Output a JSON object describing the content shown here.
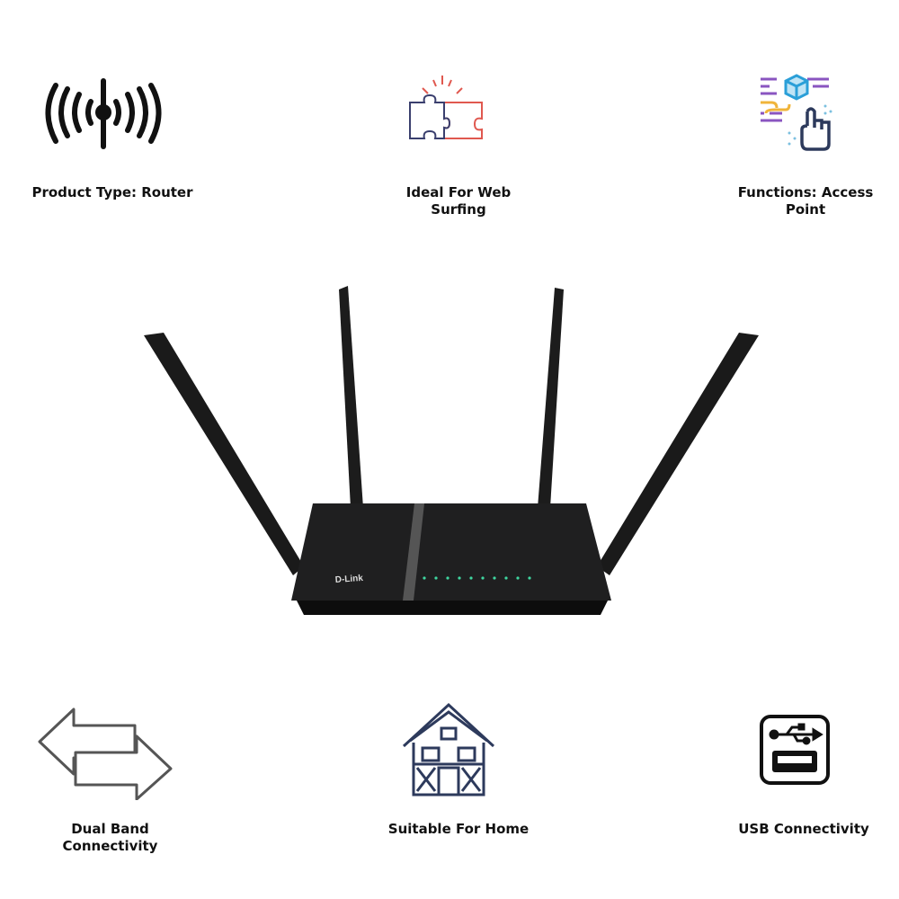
{
  "features_top": [
    {
      "label": "Product Type: Router",
      "icon": "wireless-signal-icon"
    },
    {
      "label": "Ideal For Web Surfing",
      "icon": "puzzle-icon"
    },
    {
      "label": "Functions: Access Point",
      "icon": "touch-cube-icon"
    }
  ],
  "features_bottom": [
    {
      "label": "Dual Band Connectivity",
      "icon": "bidirectional-arrows-icon"
    },
    {
      "label": "Suitable For Home",
      "icon": "house-icon"
    },
    {
      "label": "USB Connectivity",
      "icon": "usb-port-icon"
    }
  ],
  "product": {
    "brand": "D-Link",
    "status_led_color": "#3fd6a0"
  },
  "colors": {
    "puzzle_left": "#3a3f6e",
    "puzzle_right": "#e0584f",
    "accent_purple": "#8a55c0",
    "accent_blue": "#2a9fd8",
    "accent_yellow": "#f0b43a",
    "icon_navy": "#2d3a5c"
  }
}
